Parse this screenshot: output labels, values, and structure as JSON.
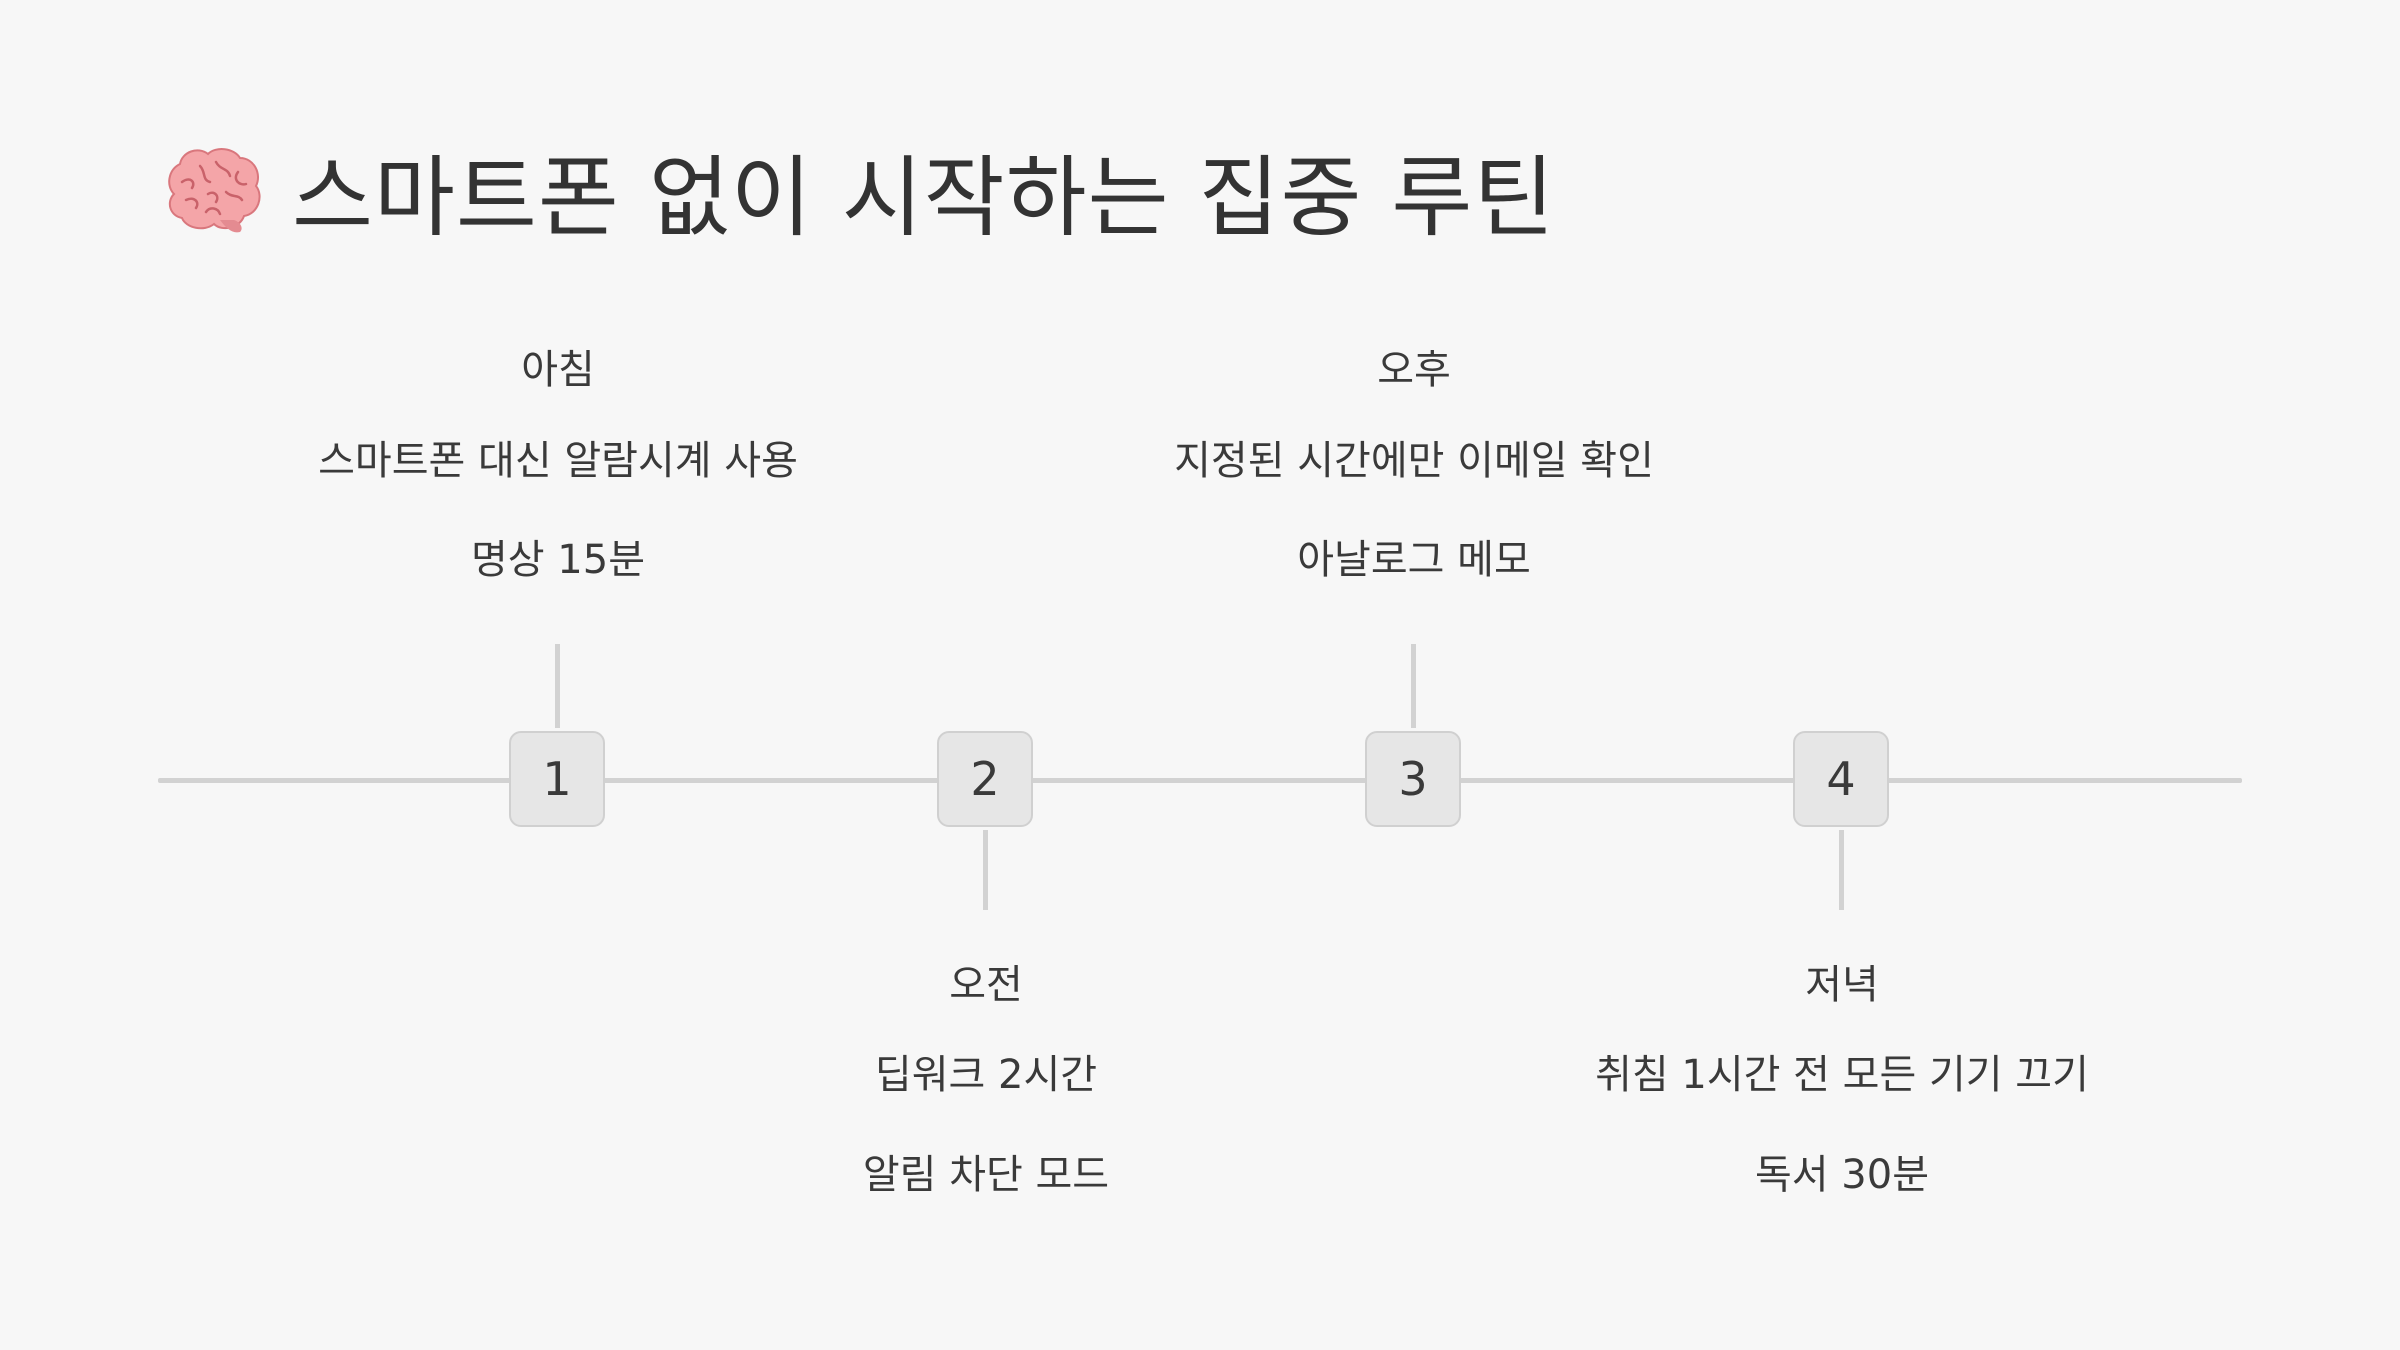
{
  "title": {
    "icon": "brain-icon",
    "text": "스마트폰 없이 시작하는 집중 루틴"
  },
  "colors": {
    "background": "#f7f7f7",
    "line": "#d2d2d2",
    "marker_fill": "#e6e6e6",
    "marker_border": "#d0d0d0",
    "text": "#3a3a3a",
    "brain": "#f4a5a8"
  },
  "steps": [
    {
      "number": "1",
      "period": "아침",
      "items": [
        "스마트폰 대신 알람시계 사용",
        "명상 15분"
      ]
    },
    {
      "number": "2",
      "period": "오전",
      "items": [
        "딥워크 2시간",
        "알림 차단 모드"
      ]
    },
    {
      "number": "3",
      "period": "오후",
      "items": [
        "지정된 시간에만 이메일 확인",
        "아날로그 메모"
      ]
    },
    {
      "number": "4",
      "period": "저녁",
      "items": [
        "취침 1시간 전 모든 기기 끄기",
        "독서 30분"
      ]
    }
  ]
}
